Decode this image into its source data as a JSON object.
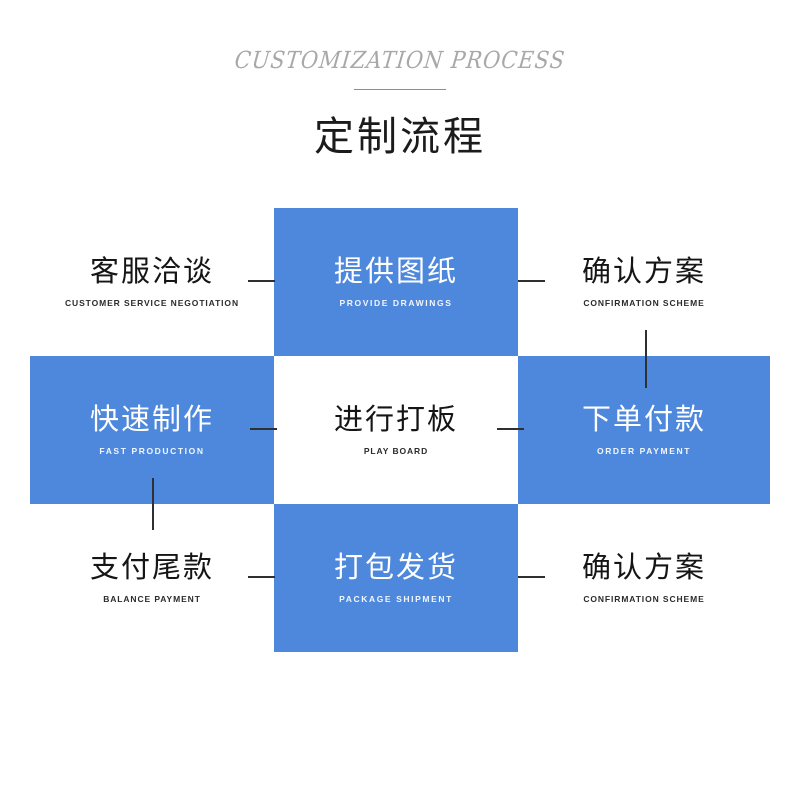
{
  "header": {
    "eyebrow": "CUSTOMIZATION PROCESS",
    "title": "定制流程"
  },
  "colors": {
    "accent_blue": "#4e88dd",
    "text_dark": "#151515",
    "eyebrow_gray": "#a8a8a8",
    "connector": "#2f3033",
    "background": "#ffffff"
  },
  "steps": [
    {
      "title": "客服洽谈",
      "subtitle": "CUSTOMER SERVICE NEGOTIATION",
      "style": "white"
    },
    {
      "title": "提供图纸",
      "subtitle": "PROVIDE DRAWINGS",
      "style": "blue"
    },
    {
      "title": "确认方案",
      "subtitle": "CONFIRMATION SCHEME",
      "style": "white"
    },
    {
      "title": "快速制作",
      "subtitle": "FAST PRODUCTION",
      "style": "blue"
    },
    {
      "title": "进行打板",
      "subtitle": "PLAY BOARD",
      "style": "white"
    },
    {
      "title": "下单付款",
      "subtitle": "ORDER PAYMENT",
      "style": "blue"
    },
    {
      "title": "支付尾款",
      "subtitle": "BALANCE PAYMENT",
      "style": "white"
    },
    {
      "title": "打包发货",
      "subtitle": "PACKAGE SHIPMENT",
      "style": "blue"
    },
    {
      "title": "确认方案",
      "subtitle": "CONFIRMATION SCHEME",
      "style": "white"
    }
  ]
}
